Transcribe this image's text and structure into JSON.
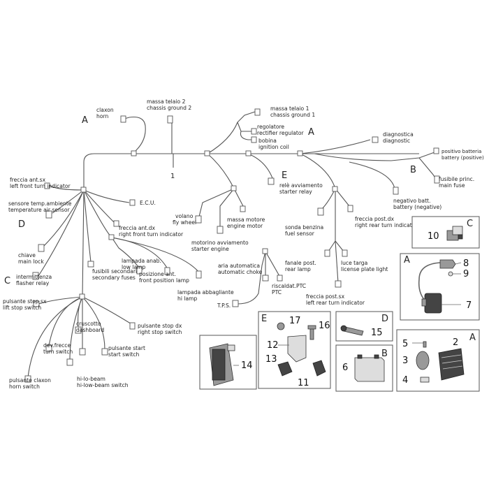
{
  "section_letters": {
    "a1": "A",
    "a2": "A",
    "b": "B",
    "c": "C",
    "d": "D",
    "e": "E",
    "p_c": "C",
    "p_a1": "A",
    "p_e": "E",
    "p_d": "D",
    "p_b": "B",
    "p_a2": "A"
  },
  "main_harness_number": "1",
  "labels": {
    "claxon": [
      "claxon",
      "horn"
    ],
    "massa_telaio2": [
      "massa telaio 2",
      "chassis ground 2"
    ],
    "massa_telaio1": [
      "massa telaio 1",
      "chassis ground 1"
    ],
    "regolatore": [
      "regolatore",
      "rectifier regulator"
    ],
    "bobina": [
      "bobina",
      "ignition coil"
    ],
    "diagnostica": [
      "diagnostica",
      "diagnostic"
    ],
    "positivo_batt": [
      "positivo batteria",
      "battery (positive)"
    ],
    "fusibile_princ": [
      "fusibile princ.",
      "main fuse"
    ],
    "negativo_batt": [
      "negativo batt.",
      "battery (negative)"
    ],
    "freccia_ant_sx": [
      "freccia ant.sx",
      "left front turn indicator"
    ],
    "sensore_temp": [
      "sensore temp.ambiente",
      "temperature air sensor"
    ],
    "ecu": [
      "E.C.U."
    ],
    "freccia_ant_dx": [
      "freccia ant.dx",
      "right front turn indicator"
    ],
    "rele_avviamento": [
      "relè avviamento",
      "starter relay"
    ],
    "volano": [
      "volano",
      "fly wheel"
    ],
    "massa_motore": [
      "massa motore",
      "engine motor"
    ],
    "motorino": [
      "motorino avviamento",
      "starter engine"
    ],
    "sonda_benzina": [
      "sonda benzina",
      "fuel sensor"
    ],
    "freccia_post_dx": [
      "freccia post.dx",
      "right rear turn indicator"
    ],
    "chiave": [
      "chiave",
      "main lock"
    ],
    "lampada_anab": [
      "lampada anab.",
      "low lamp"
    ],
    "posizione_ant": [
      "posizione ant.",
      "front position lamp"
    ],
    "lampada_abbagliante": [
      "lampada abbagliante",
      "hi lamp"
    ],
    "aria_automatica": [
      "aria automatica",
      "automatic choke"
    ],
    "riscaldat_ptc": [
      "riscaldat.PTC",
      "PTC"
    ],
    "intermittenza": [
      "intermittenza",
      "flasher relay"
    ],
    "fusibili_secondari": [
      "fusibili secondari",
      "secondary fuses"
    ],
    "fanale_post": [
      "fanale post.",
      "rear lamp"
    ],
    "luce_targa": [
      "luce targa",
      "license plate light"
    ],
    "freccia_post_sx": [
      "freccia post.sx",
      "left rear turn indicator"
    ],
    "tps": [
      "T.P.S."
    ],
    "pulsante_stop_sx": [
      "pulsante stop sx",
      "lift stop switch"
    ],
    "cruscotto": [
      "cruscotto",
      "dashboard"
    ],
    "pulsante_stop_dx": [
      "pulsante stop dx",
      "right stop switch"
    ],
    "dev_frecce": [
      "dev.frecce",
      "turn switch"
    ],
    "pulsante_start": [
      "pulsante start",
      "start switch"
    ],
    "pulsante_claxon": [
      "pulsante claxon",
      "horn switch"
    ],
    "hi_lo_beam": [
      "hi-lo-beam",
      "hi-low-beam switch"
    ]
  },
  "part_numbers": {
    "p2": "2",
    "p3": "3",
    "p4": "4",
    "p5": "5",
    "p6": "6",
    "p7": "7",
    "p8": "8",
    "p9": "9",
    "p10": "10",
    "p11": "11",
    "p12": "12",
    "p13": "13",
    "p14": "14",
    "p15": "15",
    "p16": "16",
    "p17": "17"
  }
}
